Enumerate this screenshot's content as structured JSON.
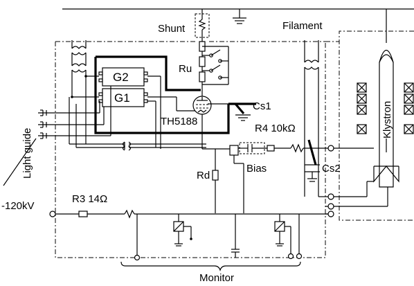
{
  "labels": {
    "shunt": "Shunt",
    "filament": "Filament",
    "ru": "Ru",
    "g2": "G2",
    "g1": "G1",
    "cs1": "Cs1",
    "th5188": "TH5188",
    "r4": "R4 10kΩ",
    "light_guide": "Light guide",
    "klystron": "Klystron",
    "rd": "Rd",
    "bias": "Bias",
    "cs2": "Cs2",
    "voltage": "-120kV",
    "r3": "R3 14Ω",
    "monitor": "Monitor"
  }
}
